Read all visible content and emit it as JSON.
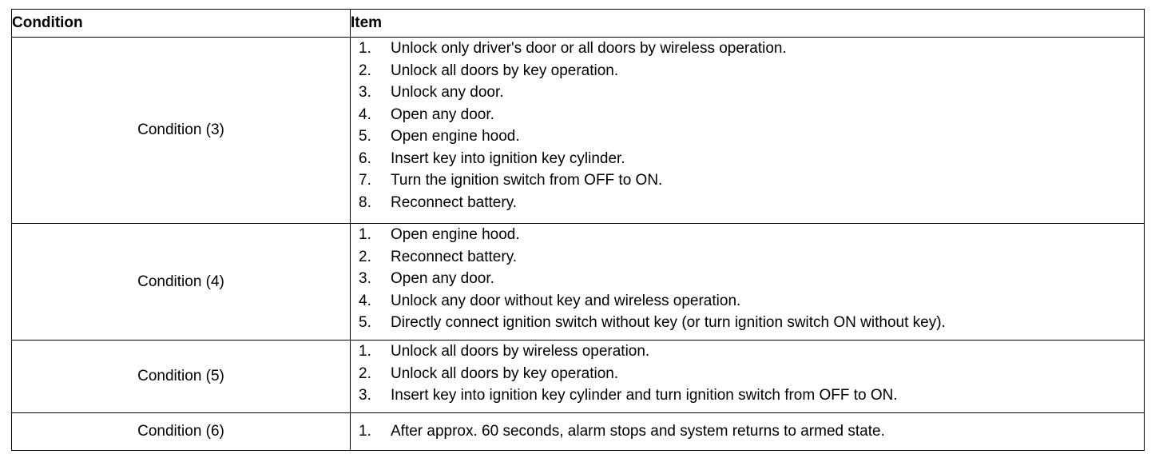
{
  "table": {
    "header": {
      "condition": "Condition",
      "item": "Item"
    },
    "rows": [
      {
        "condition": "Condition (3)",
        "items": [
          {
            "num": "1.",
            "text": "Unlock only driver's door or all doors by wireless operation."
          },
          {
            "num": "2.",
            "text": "Unlock all doors by key operation."
          },
          {
            "num": "3.",
            "text": "Unlock any door."
          },
          {
            "num": "4.",
            "text": "Open any door."
          },
          {
            "num": "5.",
            "text": "Open engine hood."
          },
          {
            "num": "6.",
            "text": "Insert key into ignition key cylinder."
          },
          {
            "num": "7.",
            "text": "Turn the ignition switch from OFF to ON."
          },
          {
            "num": "8.",
            "text": "Reconnect battery."
          }
        ]
      },
      {
        "condition": "Condition (4)",
        "items": [
          {
            "num": "1.",
            "text": "Open engine hood."
          },
          {
            "num": "2.",
            "text": "Reconnect battery."
          },
          {
            "num": "3.",
            "text": "Open any door."
          },
          {
            "num": "4.",
            "text": "Unlock any door without key and wireless operation."
          },
          {
            "num": "5.",
            "text": "Directly connect ignition switch without key (or turn ignition switch ON without key)."
          }
        ]
      },
      {
        "condition": "Condition (5)",
        "items": [
          {
            "num": "1.",
            "text": "Unlock all doors by wireless operation."
          },
          {
            "num": "2.",
            "text": "Unlock all doors by key operation."
          },
          {
            "num": "3.",
            "text": "Insert key into ignition key cylinder and turn ignition switch from OFF to ON."
          }
        ]
      },
      {
        "condition": "Condition (6)",
        "items": [
          {
            "num": "1.",
            "text": "After approx. 60 seconds, alarm stops and system returns to armed state."
          }
        ]
      }
    ]
  }
}
